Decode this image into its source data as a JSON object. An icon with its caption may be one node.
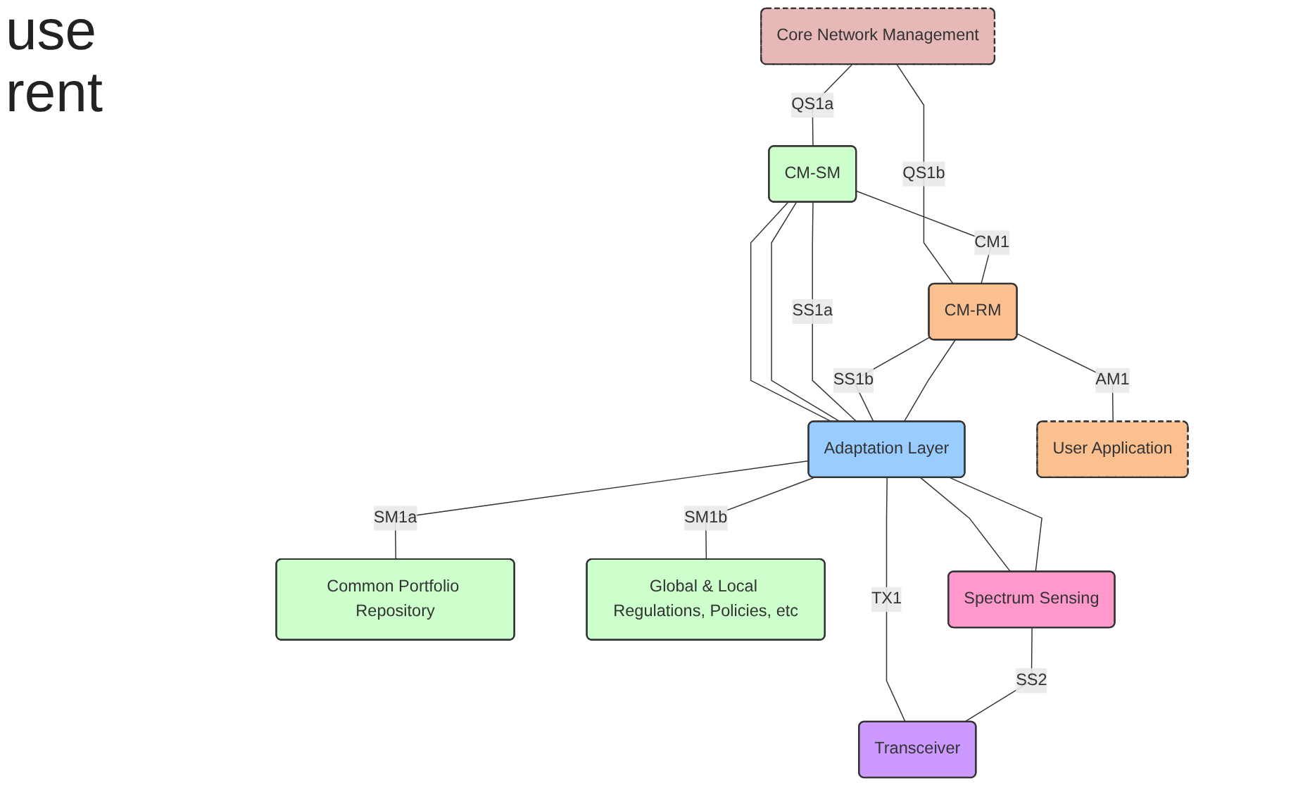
{
  "diagram": {
    "nodes": [
      {
        "text": [
          "Core Network Management"
        ]
      },
      {
        "text": [
          "CM-SM"
        ]
      },
      {
        "text": [
          "CM-RM"
        ]
      },
      {
        "text": [
          "User Application"
        ]
      },
      {
        "text": [
          "Adaptation Layer"
        ]
      },
      {
        "text": [
          "Common Portfolio Repository"
        ]
      },
      {
        "text": [
          "Global & Local Regulations, Policies, etc"
        ]
      },
      {
        "text": [
          "Spectrum Sensing"
        ]
      },
      {
        "text": [
          "Transceiver"
        ]
      }
    ],
    "edges": [
      {
        "from": 0,
        "to": 1,
        "arrow": "none",
        "label": "QS1a"
      },
      {
        "from": 0,
        "to": 2,
        "arrow": "none",
        "label": "QS1b"
      },
      {
        "from": 1,
        "to": 2,
        "arrow": "none",
        "label": "CM1"
      },
      {
        "from": 2,
        "to": 3,
        "arrow": "none",
        "label": "AM1"
      },
      {
        "from": 1,
        "to": 4,
        "arrow": "none"
      },
      {
        "from": 1,
        "to": 4,
        "arrow": "none"
      },
      {
        "from": 1,
        "to": 4,
        "arrow": "none",
        "label": "SS1a"
      },
      {
        "from": 2,
        "to": 4,
        "arrow": "none",
        "label": "SS1b"
      },
      {
        "from": 2,
        "to": 4,
        "arrow": "none"
      },
      {
        "from": 4,
        "to": 5,
        "arrow": "none",
        "label": "SM1a"
      },
      {
        "from": 4,
        "to": 6,
        "arrow": "none",
        "label": "SM1b"
      },
      {
        "from": 4,
        "to": 7,
        "arrow": "none"
      },
      {
        "from": 4,
        "to": 7,
        "arrow": "none"
      },
      {
        "from": 4,
        "to": 8,
        "arrow": "none",
        "label": "TX1"
      },
      {
        "from": 7,
        "to": 8,
        "arrow": "none",
        "label": "SS2"
      }
    ],
    "labels": [
      "use",
      "rent"
    ]
  }
}
